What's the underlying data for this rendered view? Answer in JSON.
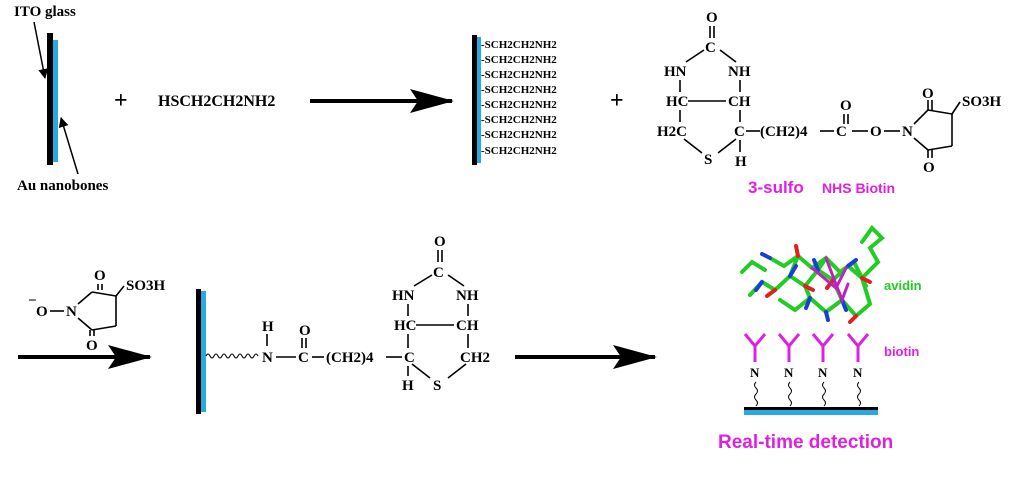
{
  "labels": {
    "ito_glass": "ITO glass",
    "au_nanobones": "Au nanobones",
    "plus": "+",
    "cysteamine": "HSCH2CH2NH2",
    "surface_group": "-SCH2CH2NH2",
    "reagent_name_part1": "3-sulfo",
    "reagent_name_part2": "NHS Biotin",
    "avidin": "avidin",
    "biotin": "biotin",
    "detection": "Real-time detection"
  },
  "atoms": {
    "O": "O",
    "C": "C",
    "HN": "HN",
    "NH": "NH",
    "HC": "HC",
    "CH": "CH",
    "H2C": "H2C",
    "CH2": "CH2",
    "S": "S",
    "H": "H",
    "N": "N",
    "chain": "(CH2)4",
    "SO3H": "SO3H",
    "minus": "−"
  },
  "colors": {
    "electrode_blue": "#29a9e1",
    "electrode_black": "#000000",
    "magenta": "#e020e0",
    "avidin_green": "#22cc22"
  }
}
